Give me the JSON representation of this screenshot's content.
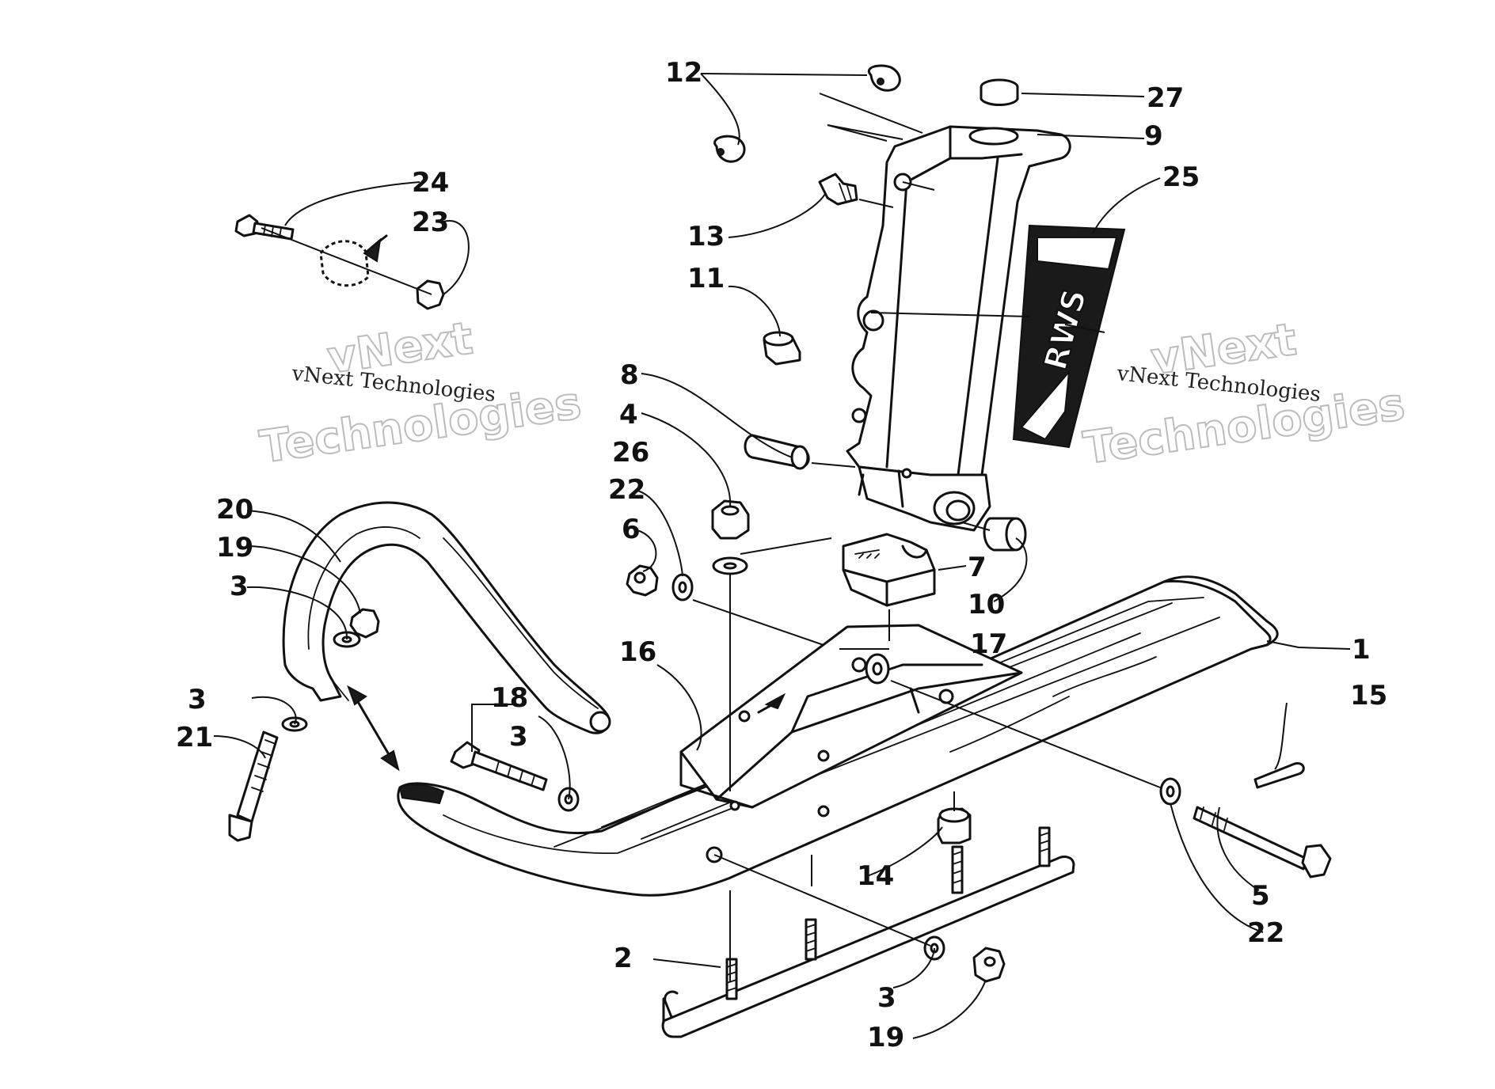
{
  "watermark": {
    "small_text": "vNext Technologies",
    "big_line_1": "vNext",
    "big_line_2": "Technologies"
  },
  "decal_text": "RWS",
  "callouts": {
    "c1": "1",
    "c2": "2",
    "c3a": "3",
    "c3b": "3",
    "c3c": "3",
    "c3d": "3",
    "c4": "4",
    "c5": "5",
    "c6": "6",
    "c7": "7",
    "c8": "8",
    "c9": "9",
    "c10": "10",
    "c11": "11",
    "c12": "12",
    "c13": "13",
    "c14": "14",
    "c15": "15",
    "c16": "16",
    "c17": "17",
    "c18": "18",
    "c19a": "19",
    "c19b": "19",
    "c20": "20",
    "c21": "21",
    "c22a": "22",
    "c22b": "22",
    "c23": "23",
    "c24": "24",
    "c25": "25",
    "c26": "26",
    "c27": "27"
  }
}
